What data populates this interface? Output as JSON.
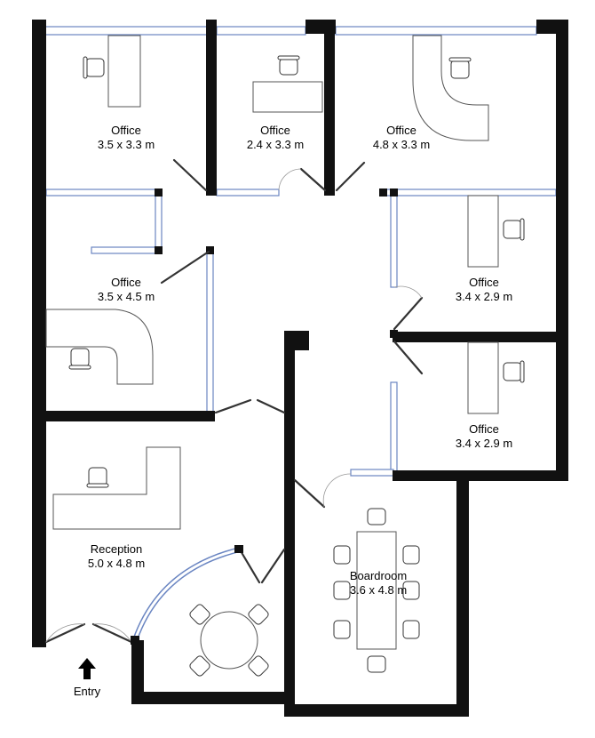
{
  "rooms": [
    {
      "name": "Office",
      "size": "3.5 x 3.3 m"
    },
    {
      "name": "Office",
      "size": "2.4 x 3.3 m"
    },
    {
      "name": "Office",
      "size": "4.8 x 3.3 m"
    },
    {
      "name": "Office",
      "size": "3.5 x 4.5 m"
    },
    {
      "name": "Office",
      "size": "3.4 x 2.9 m"
    },
    {
      "name": "Office",
      "size": "3.4 x 2.9 m"
    },
    {
      "name": "Reception",
      "size": "5.0 x 4.8 m"
    },
    {
      "name": "Boardroom",
      "size": "3.6 x 4.8 m"
    }
  ],
  "entry": {
    "label": "Entry"
  },
  "icons": {
    "entry_arrow": "up-arrow-icon",
    "chair": "chair-icon"
  }
}
